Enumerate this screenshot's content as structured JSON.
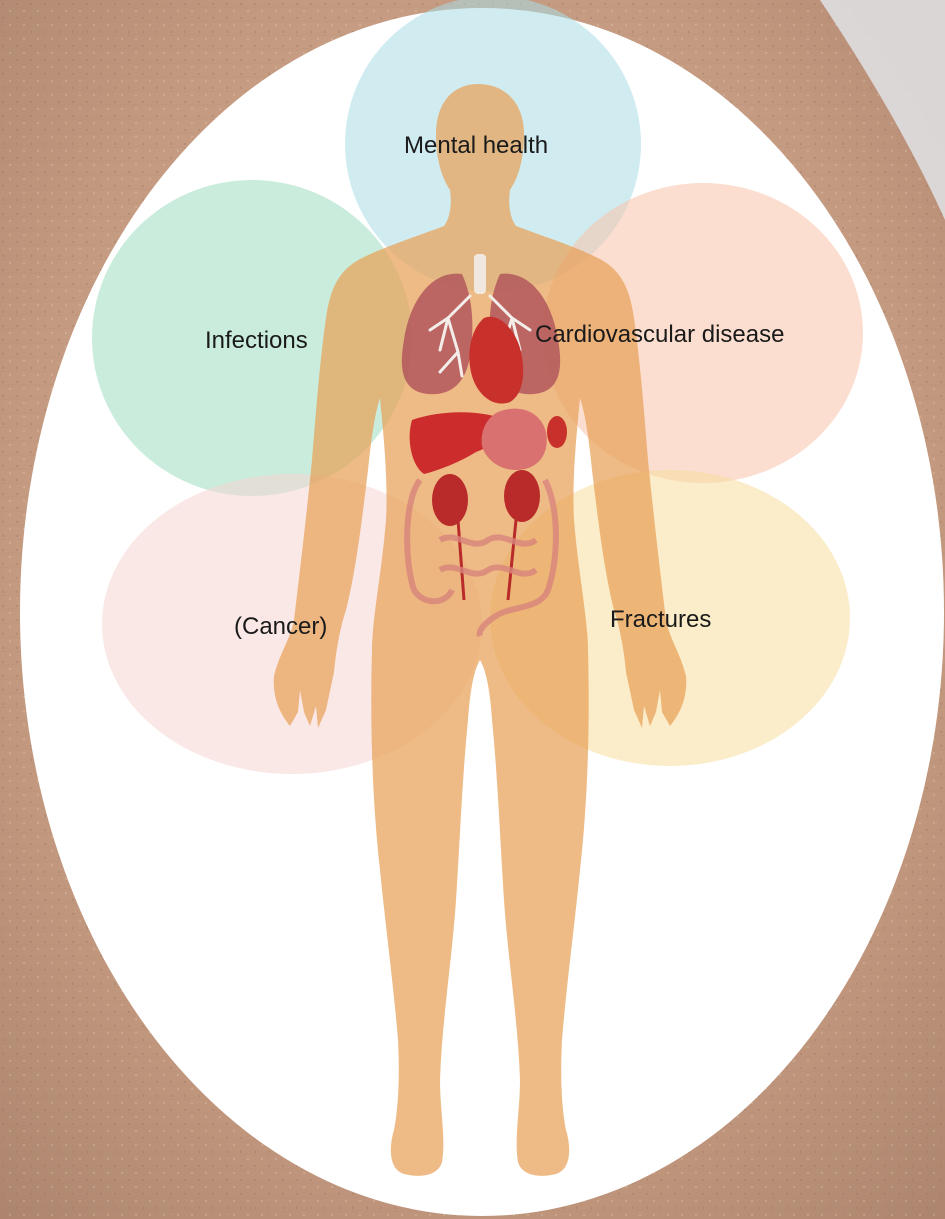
{
  "conditions": [
    {
      "label": "Mental health",
      "color": "#a9dde6"
    },
    {
      "label": "Infections",
      "color": "#9fdcc0"
    },
    {
      "label": "Cardiovascular disease",
      "color": "#f7c3a8"
    },
    {
      "label": "(Cancer)",
      "color": "#f6d6d2"
    },
    {
      "label": "Fractures",
      "color": "#f8dc9e"
    }
  ],
  "colors": {
    "skin_background": "#c89f86",
    "oval_fill": "#ffffff",
    "body_silhouette": "#e8a158",
    "organs": "#c23b36"
  },
  "icons": [
    "human-body-silhouette",
    "lungs-icon",
    "heart-icon",
    "liver-icon",
    "stomach-icon",
    "kidneys-icon",
    "intestines-icon"
  ]
}
